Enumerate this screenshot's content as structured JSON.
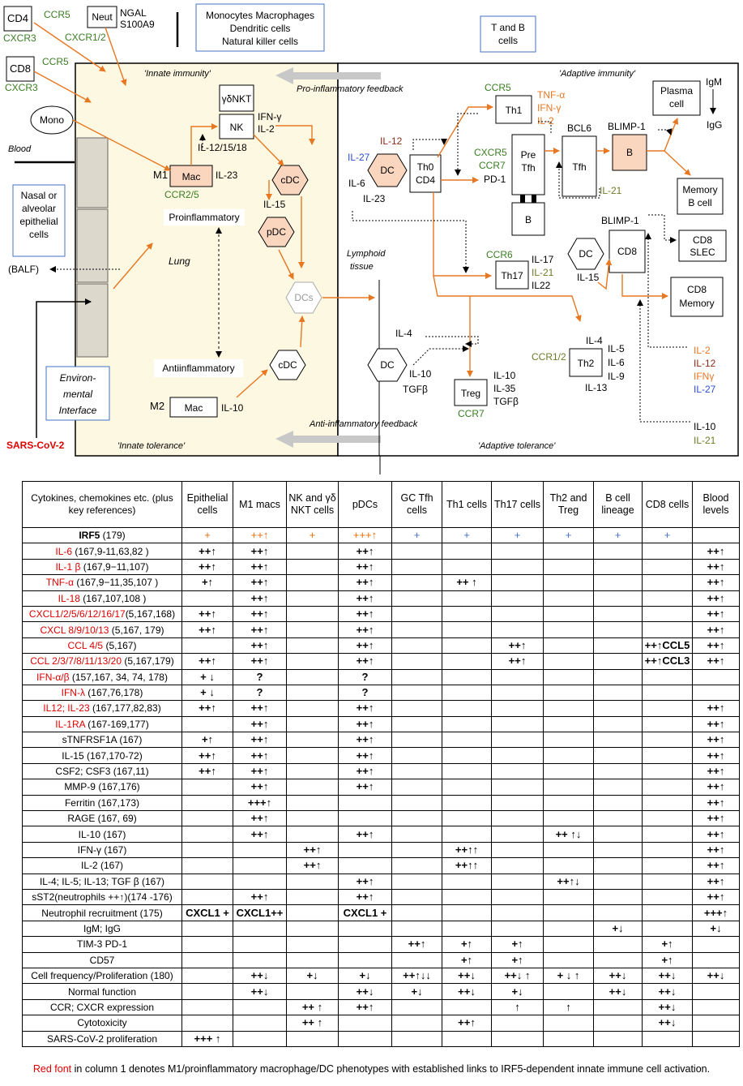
{
  "diagram": {
    "blood": {
      "cd4": "CD4",
      "ccr5": "CCR5",
      "cxcr3": "CXCR3",
      "cd8": "CD8",
      "neut": "Neut",
      "cxcr12": "CXCR1/2",
      "ngal": "NGAL",
      "s100a9": "S100A9",
      "mono": "Mono",
      "blood_label": "Blood"
    },
    "innate_box": [
      "Monocytes Macrophages",
      "Dendritic cells",
      "Natural killer cells"
    ],
    "tb_box": [
      "T and B",
      "cells"
    ],
    "innate_immunity": "'Innate immunity'",
    "adaptive_immunity": "'Adaptive immunity'",
    "pro_feedback": "Pro-inflammatory feedback",
    "anti_feedback": "Anti-inflammatory feedback",
    "innate_tolerance": "'Innate tolerance'",
    "adaptive_tolerance": "'Adaptive tolerance'",
    "innate": {
      "gdnkt": "γδNKT",
      "nk": "NK",
      "ifng": "IFN-γ",
      "il2": "IL-2",
      "il121518": "IL-12/15/18",
      "m1": "M1",
      "mac": "Mac",
      "il23": "IL-23",
      "ccr25": "CCR2/5",
      "cdc": "cDC",
      "il15": "IL-15",
      "pdc": "pDC",
      "proinflammatory": "Proinflammatory",
      "lung": "Lung",
      "dcs": "DCs",
      "antiinflammatory": "Antiinflammatory",
      "m2": "M2",
      "il10": "IL-10",
      "cdc2": "cDC"
    },
    "epithelium": {
      "nasal": [
        "Nasal or",
        "alveolar",
        "epithelial",
        "cells"
      ],
      "balf": "(BALF)",
      "env": [
        "Environ-",
        "mental",
        "Interface"
      ],
      "sars": "SARS-CoV-2"
    },
    "lymphoid": [
      "Lymphoid",
      "tissue"
    ],
    "adaptive": {
      "ccr5": "CCR5",
      "th1": "Th1",
      "tnfa": "TNF-α",
      "ifng": "IFN-γ",
      "il2": "IL-2",
      "il12": "IL-12",
      "il27": "IL-27",
      "dc": "DC",
      "il6": "IL-6",
      "il23": "IL-23",
      "th0": "Th0",
      "cd4": "CD4",
      "cxcr5": "CXCR5",
      "ccr7": "CCR7",
      "pd1": "PD-1",
      "pre": "Pre",
      "tfh": "Tfh",
      "bcl6": "BCL6",
      "tfh2": "Tfh",
      "il21": "IL-21",
      "blimp1": "BLIMP-1",
      "b": "B",
      "bsmall": "B",
      "plasma": [
        "Plasma",
        "cell"
      ],
      "igm": "IgM",
      "igg": "IgG",
      "memb": [
        "Memory",
        "B cell"
      ],
      "ccr6": "CCR6",
      "th17": "Th17",
      "il17": "IL-17",
      "il21b": "IL-21",
      "il22": "IL22",
      "dc2": "DC",
      "il15": "IL-15",
      "blimp1b": "BLIMP-1",
      "cd8": "CD8",
      "slec": [
        "CD8",
        "SLEC"
      ],
      "cd8mem": [
        "CD8",
        "Memory"
      ],
      "il4": "IL-4",
      "dc3": "DC",
      "il10": "IL-10",
      "tgfb": "TGFβ",
      "treg": "Treg",
      "treg_cyt": [
        "IL-10",
        "IL-35",
        "TGFβ"
      ],
      "ccr7b": "CCR7",
      "ccr12": "CCR1/2",
      "th2": "Th2",
      "th2_il4": "IL-4",
      "th2_il5": "IL-5",
      "th2_il6": "IL-6",
      "th2_il9": "IL-9",
      "th2_il13": "IL-13",
      "right_list": [
        "IL-2",
        "IL-12",
        "IFNγ",
        "IL-27"
      ],
      "right_list2": [
        "IL-10",
        "IL-21"
      ]
    },
    "colors": {
      "orange": "#e87722",
      "green": "#3a7d22",
      "red": "#e00000",
      "blue": "#2f4fd0",
      "cream": "#fdf8e1",
      "salmon": "#fad6bf",
      "olive": "#6e7b28"
    }
  },
  "table": {
    "headers": [
      "Cytokines, chemokines etc. (plus key references)",
      "Epithelial cells",
      "M1 macs",
      "NK and γδ NKT cells",
      "pDCs",
      "GC Tfh cells",
      "Th1 cells",
      "Th17 cells",
      "Th2 and Treg",
      "B cell lineage",
      "CD8 cells",
      "Blood levels"
    ],
    "rows": [
      {
        "name": "IRF5",
        "ref": " (179)",
        "cells": [
          "+",
          "++↑",
          "+",
          "+++↑",
          "+",
          "+",
          "+",
          "+",
          "+",
          "+",
          ""
        ]
      },
      {
        "name": "IL-6",
        "ref": " (167,9-11,63,82 )",
        "cells": [
          "++↑",
          "++↑",
          "",
          "++↑",
          "",
          "",
          "",
          "",
          "",
          "",
          "++↑"
        ]
      },
      {
        "name": "IL-1 β",
        "ref": " (167,9−11,107)",
        "cells": [
          "++↑",
          "++↑",
          "",
          "++↑",
          "",
          "",
          "",
          "",
          "",
          "",
          "++↑"
        ]
      },
      {
        "name": "TNF-α",
        "ref": " (167,9−11,35,107 )",
        "cells": [
          "+↑",
          "++↑",
          "",
          "++↑",
          "",
          "++ ↑",
          "",
          "",
          "",
          "",
          "++↑"
        ]
      },
      {
        "name": "IL-18",
        "ref": " (167,107,108 )",
        "cells": [
          "",
          "++↑",
          "",
          "++↑",
          "",
          "",
          "",
          "",
          "",
          "",
          "++↑"
        ]
      },
      {
        "name": "CXCL1/2/5/6/12/16/17",
        "ref": "(5,167,168)",
        "cells": [
          "++↑",
          "++↑",
          "",
          "++↑",
          "",
          "",
          "",
          "",
          "",
          "",
          "++↑"
        ]
      },
      {
        "name": "CXCL 8/9/10/13",
        "ref": " (5,167, 179)",
        "cells": [
          "++↑",
          "++↑",
          "",
          "++↑",
          "",
          "",
          "",
          "",
          "",
          "",
          "++↑"
        ]
      },
      {
        "name": "CCL 4/5",
        "ref": " (5,167)",
        "cells": [
          "",
          "++↑",
          "",
          "++↑",
          "",
          "",
          "++↑",
          "",
          "",
          "++↑CCL5",
          "++↑"
        ]
      },
      {
        "name": "CCL 2/3/7/8/11/13/20",
        "ref": " (5,167,179)",
        "cells": [
          "++↑",
          "++↑",
          "",
          "++↑",
          "",
          "",
          "++↑",
          "",
          "",
          "++↑CCL3",
          "++↑"
        ]
      },
      {
        "name": "IFN-α/β",
        "ref": " (157,167, 34, 74, 178)",
        "cells": [
          "+ ↓",
          "?",
          "",
          "?",
          "",
          "",
          "",
          "",
          "",
          "",
          ""
        ]
      },
      {
        "name": "IFN-λ",
        "ref": " (167,76,178)",
        "cells": [
          "+ ↓",
          "?",
          "",
          "?",
          "",
          "",
          "",
          "",
          "",
          "",
          ""
        ]
      },
      {
        "name": "IL12; IL-23",
        "ref": " (167,177,82,83)",
        "cells": [
          "++↑",
          "++↑",
          "",
          "++↑",
          "",
          "",
          "",
          "",
          "",
          "",
          "++↑"
        ]
      },
      {
        "name": "IL-1RA",
        "ref": " (167-169,177)",
        "cells": [
          "",
          "++↑",
          "",
          "++↑",
          "",
          "",
          "",
          "",
          "",
          "",
          "++↑"
        ]
      },
      {
        "name": "",
        "ref": "sTNFRSF1A (167)",
        "cells": [
          "+↑",
          "++↑",
          "",
          "++↑",
          "",
          "",
          "",
          "",
          "",
          "",
          "++↑"
        ]
      },
      {
        "name": "",
        "ref": "IL-15 (167,170-72)",
        "cells": [
          "++↑",
          "++↑",
          "",
          "++↑",
          "",
          "",
          "",
          "",
          "",
          "",
          "++↑"
        ]
      },
      {
        "name": "",
        "ref": "CSF2; CSF3 (167,11)",
        "cells": [
          "++↑",
          "++↑",
          "",
          "++↑",
          "",
          "",
          "",
          "",
          "",
          "",
          "++↑"
        ]
      },
      {
        "name": "",
        "ref": "MMP-9 (167,176)",
        "cells": [
          "",
          "++↑",
          "",
          "++↑",
          "",
          "",
          "",
          "",
          "",
          "",
          "++↑"
        ]
      },
      {
        "name": "",
        "ref": "Ferritin (167,173)",
        "cells": [
          "",
          "+++↑",
          "",
          "",
          "",
          "",
          "",
          "",
          "",
          "",
          "++↑"
        ]
      },
      {
        "name": "",
        "ref": "RAGE (167, 69)",
        "cells": [
          "",
          "++↑",
          "",
          "",
          "",
          "",
          "",
          "",
          "",
          "",
          "++↑"
        ]
      },
      {
        "name": "",
        "ref": "IL-10 (167)",
        "cells": [
          "",
          "++↑",
          "",
          "++↑",
          "",
          "",
          "",
          "++ ↑↓",
          "",
          "",
          "++↑"
        ]
      },
      {
        "name": "",
        "ref": "IFN-γ (167)",
        "cells": [
          "",
          "",
          "++↑",
          "",
          "",
          "++↑↑",
          "",
          "",
          "",
          "",
          "++↑"
        ]
      },
      {
        "name": "",
        "ref": "IL-2 (167)",
        "cells": [
          "",
          "",
          "++↑",
          "",
          "",
          "++↑↑",
          "",
          "",
          "",
          "",
          "++↑"
        ]
      },
      {
        "name": "",
        "ref": "IL-4; IL-5; IL-13; TGF β (167)",
        "cells": [
          "",
          "",
          "",
          "++↑",
          "",
          "",
          "",
          "++↑↓",
          "",
          "",
          "++↑"
        ]
      },
      {
        "name": "",
        "ref": "sST2(neutrophils ++↑)(174 -176)",
        "cells": [
          "",
          "++↑",
          "",
          "++↑",
          "",
          "",
          "",
          "",
          "",
          "",
          "++↑"
        ]
      },
      {
        "name": "",
        "ref": "Neutrophil recruitment (175)",
        "cells": [
          "CXCL1 +",
          "CXCL1++",
          "",
          "CXCL1 +",
          "",
          "",
          "",
          "",
          "",
          "",
          "+++↑"
        ]
      },
      {
        "name": "",
        "ref": "IgM; IgG",
        "cells": [
          "",
          "",
          "",
          "",
          "",
          "",
          "",
          "",
          "+↓",
          "",
          "+↓"
        ]
      },
      {
        "name": "",
        "ref": "TIM-3   PD-1",
        "cells": [
          "",
          "",
          "",
          "",
          "++↑",
          "+↑",
          "+↑",
          "",
          "",
          "+↑",
          ""
        ]
      },
      {
        "name": "",
        "ref": "CD57",
        "cells": [
          "",
          "",
          "",
          "",
          "",
          "+↑",
          "+↑",
          "",
          "",
          "+↑",
          ""
        ]
      },
      {
        "name": "",
        "ref": "Cell frequency/Proliferation (180)",
        "cells": [
          "",
          "++↓",
          "+↓",
          "+↓",
          "++↑↓↓",
          "++↓",
          "++↓ ↑",
          "+ ↓ ↑",
          "++↓",
          "++↓",
          "++↓"
        ]
      },
      {
        "name": "",
        "ref": "Normal function",
        "cells": [
          "",
          "++↓",
          "",
          "++↓",
          "+↓",
          "++↓",
          "+↓",
          "",
          "++↓",
          "++↓",
          ""
        ]
      },
      {
        "name": "",
        "ref": "CCR; CXCR expression",
        "cells": [
          "",
          "",
          "++ ↑",
          "++↑",
          "",
          "",
          "↑",
          "↑",
          "",
          "++↓",
          ""
        ]
      },
      {
        "name": "",
        "ref": "Cytotoxicity",
        "cells": [
          "",
          "",
          "++ ↑",
          "",
          "",
          "++↑",
          "",
          "",
          "",
          "++↓",
          ""
        ]
      },
      {
        "name": "",
        "ref": "SARS-CoV-2 proliferation",
        "cells": [
          "+++ ↑",
          "",
          "",
          "",
          "",
          "",
          "",
          "",
          "",
          "",
          ""
        ]
      }
    ],
    "footnote_red": "Red font",
    "footnote_rest": " in column 1 denotes M1/proinflammatory macrophage/DC phenotypes with established links to IRF5-dependent innate immune cell activation."
  }
}
